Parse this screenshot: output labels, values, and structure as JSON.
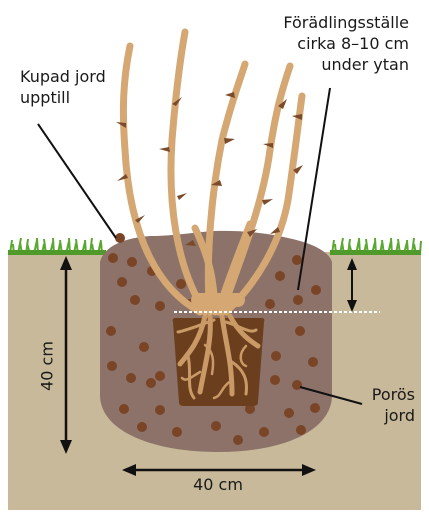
{
  "labels": {
    "hilled_soil": [
      "Kupad jord",
      "upptill"
    ],
    "graft_union": [
      "Förädlingsställe",
      "cirka 8–10 cm",
      "under ytan"
    ],
    "porous_soil": [
      "Porös",
      "jord"
    ],
    "depth": "40 cm",
    "width": "40 cm"
  },
  "colors": {
    "ground": "#c8b99a",
    "grass": "#5aa832",
    "hole_soil": "#8c7268",
    "soil_dots": "#7a4426",
    "rose_stems": "#d4a773",
    "thorns": "#7a4a2a",
    "rootball": "#6b3f1e",
    "roots": "#c99a66",
    "arrows": "#111111"
  }
}
